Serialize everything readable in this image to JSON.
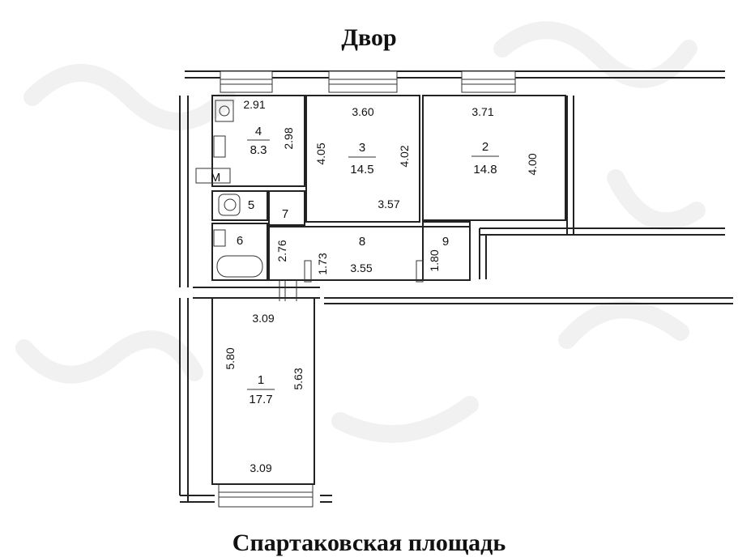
{
  "labels": {
    "top": "Двор",
    "bottom": "Спартаковская площадь",
    "meter": "М"
  },
  "rooms": [
    {
      "id": "4",
      "number": "4",
      "area": "8.3"
    },
    {
      "id": "3",
      "number": "3",
      "area": "14.5"
    },
    {
      "id": "2",
      "number": "2",
      "area": "14.8"
    },
    {
      "id": "5",
      "number": "5"
    },
    {
      "id": "7",
      "number": "7"
    },
    {
      "id": "6",
      "number": "6"
    },
    {
      "id": "8",
      "number": "8"
    },
    {
      "id": "9",
      "number": "9"
    },
    {
      "id": "1",
      "number": "1",
      "area": "17.7"
    }
  ],
  "dims": {
    "r4_top": "2.91",
    "r4_right": "2.98",
    "r3_top": "3.60",
    "r3_left": "4.05",
    "r3_right": "4.02",
    "r3_bottom": "3.57",
    "r2_top": "3.71",
    "r2_right": "4.00",
    "c_left": "2.76",
    "c_a": "1.73",
    "c_bottom": "3.55",
    "c_b": "1.80",
    "r1_top": "3.09",
    "r1_left": "5.80",
    "r1_right": "5.63",
    "r1_bottom": "3.09"
  }
}
